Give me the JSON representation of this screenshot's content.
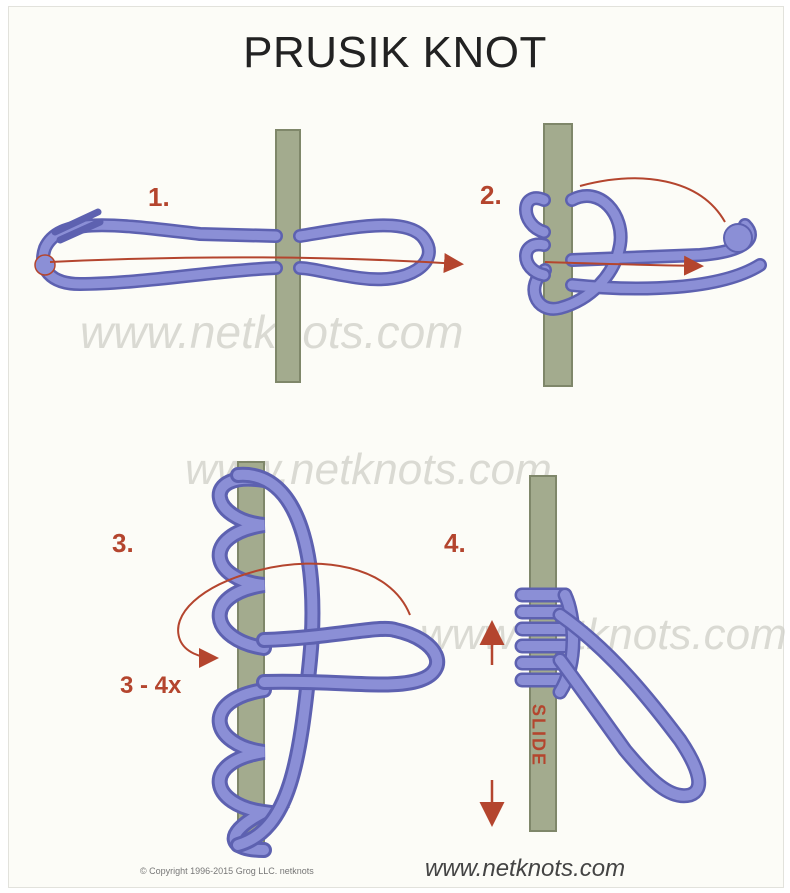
{
  "title": "PRUSIK KNOT",
  "steps": [
    {
      "number": "1."
    },
    {
      "number": "2."
    },
    {
      "number": "3.",
      "wrap_count": "3 - 4x"
    },
    {
      "number": "4.",
      "direction_label": "SLIDE"
    }
  ],
  "watermarks": [
    "www.netknots.com",
    "www.netknots.com",
    "www.netknots.com"
  ],
  "footer": {
    "site": "www.netknots.com",
    "copyright": "© Copyright 1996-2015 Grog LLC. netknots"
  },
  "colors": {
    "rope": "#8b8fd6",
    "rope_outline": "#5d61b0",
    "pole": "#a3ab8e",
    "pole_outline": "#7f876a",
    "arrow": "#b4452e"
  }
}
